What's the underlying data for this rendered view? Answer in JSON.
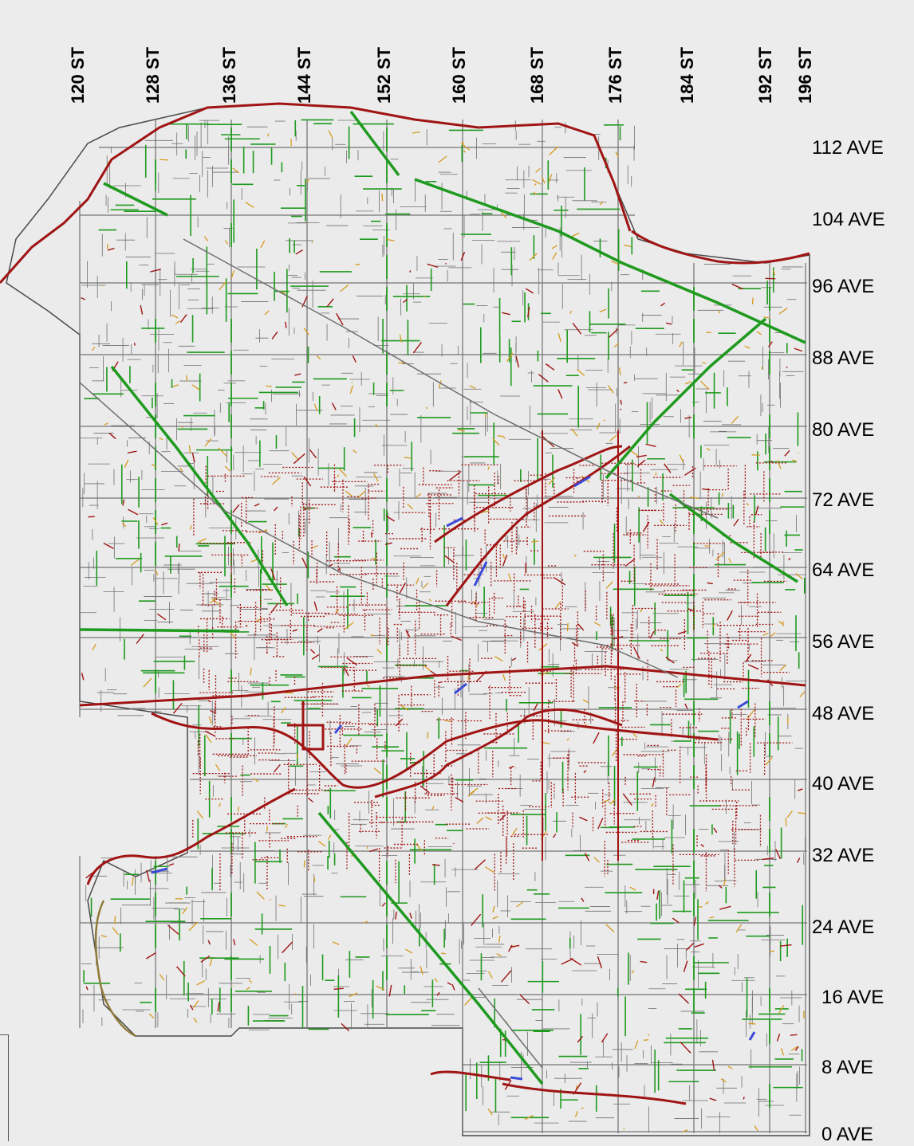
{
  "map": {
    "colors": {
      "background": "#ececec",
      "local_roads": "#6f6f6f",
      "green_network": "#1f9a1f",
      "red_network": "#a01414",
      "orange_network": "#d69a1e",
      "blue_segments": "#3a4ad8"
    },
    "streets": [
      {
        "label": "120 ST"
      },
      {
        "label": "128 ST"
      },
      {
        "label": "136 ST"
      },
      {
        "label": "144 ST"
      },
      {
        "label": "152 ST"
      },
      {
        "label": "160 ST"
      },
      {
        "label": "168 ST"
      },
      {
        "label": "176 ST"
      },
      {
        "label": "184 ST"
      },
      {
        "label": "192 ST"
      },
      {
        "label": "196 ST"
      }
    ],
    "avenues": [
      {
        "label": "112 AVE"
      },
      {
        "label": "104 AVE"
      },
      {
        "label": "96 AVE"
      },
      {
        "label": "88 AVE"
      },
      {
        "label": "80 AVE"
      },
      {
        "label": "72 AVE"
      },
      {
        "label": "64 AVE"
      },
      {
        "label": "56 AVE"
      },
      {
        "label": "48 AVE"
      },
      {
        "label": "40 AVE"
      },
      {
        "label": "32 AVE"
      },
      {
        "label": "24 AVE"
      },
      {
        "label": "16 AVE"
      },
      {
        "label": "8 AVE"
      },
      {
        "label": "0 AVE"
      }
    ]
  }
}
